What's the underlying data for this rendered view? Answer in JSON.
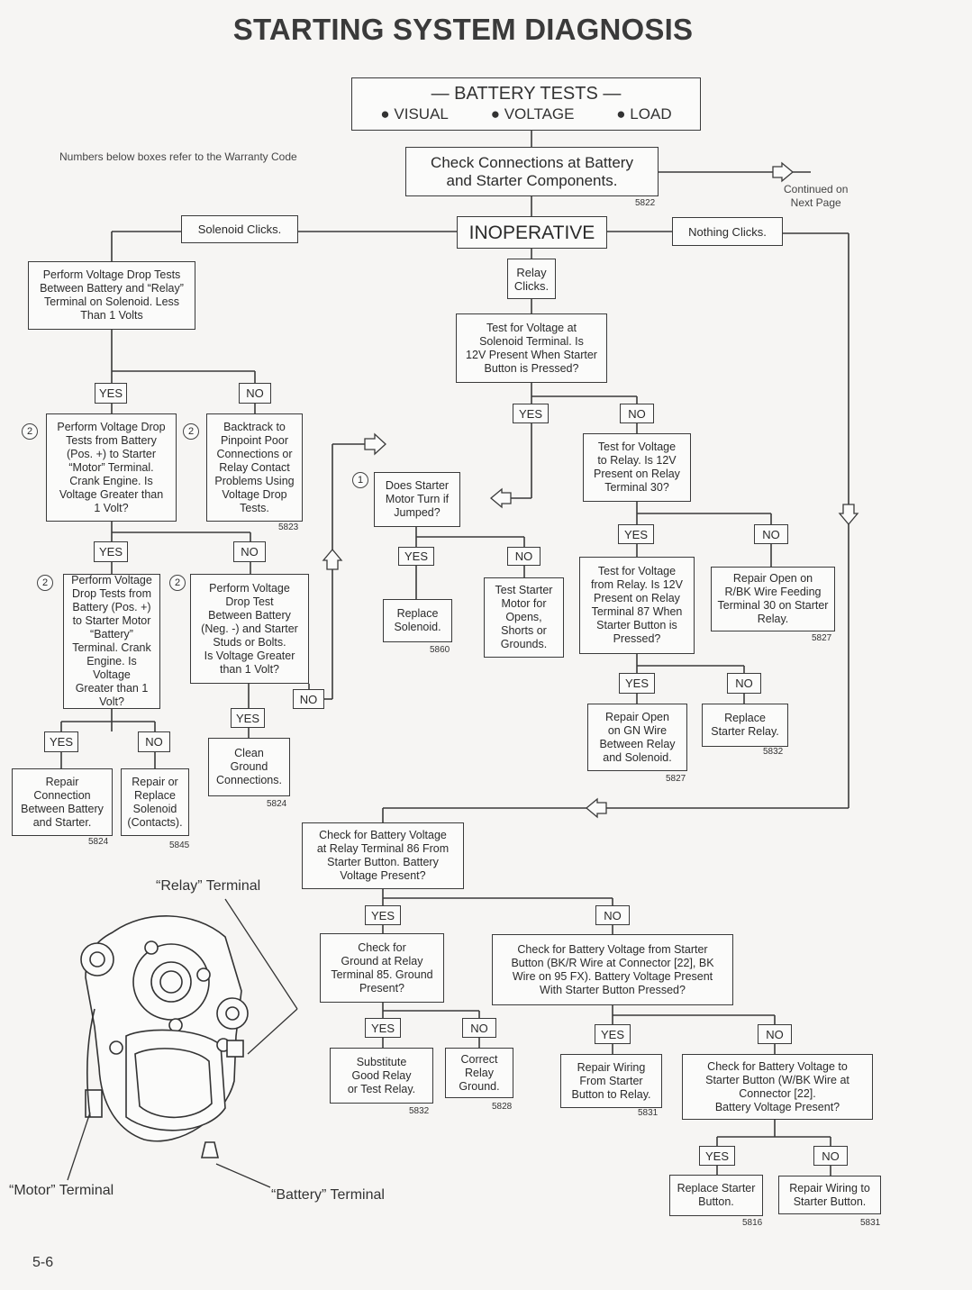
{
  "title": "STARTING SYSTEM DIAGNOSIS",
  "battery": {
    "heading": "— BATTERY TESTS —",
    "items": [
      "VISUAL",
      "VOLTAGE",
      "LOAD"
    ]
  },
  "note": "Numbers below boxes refer to the Warranty Code",
  "continued": "Continued on\nNext Page",
  "page_number": "5-6",
  "labels": {
    "check_connections": "Check Connections at Battery\nand Starter Components.",
    "inoperative": "INOPERATIVE",
    "solenoid_clicks": "Solenoid Clicks.",
    "nothing_clicks": "Nothing Clicks.",
    "relay_clicks": "Relay\nClicks.",
    "yes": "YES",
    "no": "NO"
  },
  "boxes": {
    "vdrop_relay": "Perform Voltage Drop Tests\nBetween Battery and “Relay”\nTerminal on Solenoid. Less\nThan 1 Volts",
    "vdrop_motor": "Perform Voltage Drop\nTests from Battery\n(Pos. +) to Starter\n“Motor” Terminal.\nCrank Engine. Is\nVoltage Greater than\n1 Volt?",
    "backtrack": "Backtrack to\nPinpoint Poor\nConnections or\nRelay Contact\nProblems Using\nVoltage Drop\nTests.",
    "vdrop_battery": "Perform Voltage\nDrop Tests from\nBattery (Pos. +)\nto Starter Motor\n“Battery”\nTerminal. Crank\nEngine. Is Voltage\nGreater than 1\nVolt?",
    "vdrop_neg": "Perform Voltage\nDrop Test\nBetween Battery\n(Neg. -) and Starter\nStuds or Bolts.\nIs Voltage Greater\nthan 1 Volt?",
    "repair_connection": "Repair\nConnection\nBetween Battery\nand Starter.",
    "repair_solenoid": "Repair or\nReplace\nSolenoid\n(Contacts).",
    "clean_ground": "Clean\nGround\nConnections.",
    "test_solenoid_v": "Test for Voltage at\nSolenoid Terminal. Is\n12V Present When Starter\nButton is Pressed?",
    "starter_jumped": "Does Starter\nMotor Turn if\nJumped?",
    "replace_solenoid": "Replace\nSolenoid.",
    "test_starter": "Test Starter\nMotor for\nOpens,\nShorts or\nGrounds.",
    "test_relay30": "Test for Voltage\nto Relay. Is 12V\nPresent on Relay\nTerminal 30?",
    "test_relay87": "Test for Voltage\nfrom Relay. Is 12V\nPresent on Relay\nTerminal 87 When\nStarter Button is\nPressed?",
    "repair_rbk": "Repair Open on\nR/BK Wire Feeding\nTerminal 30 on Starter\nRelay.",
    "repair_gn": "Repair Open\non GN Wire\nBetween Relay\nand Solenoid.",
    "replace_relay": "Replace\nStarter Relay.",
    "check_relay86": "Check for Battery Voltage\nat Relay Terminal 86 From\nStarter Button. Battery\nVoltage Present?",
    "check_ground85": "Check for\nGround at Relay\nTerminal 85. Ground\nPresent?",
    "check_button_v": "Check for Battery Voltage from Starter\nButton (BK/R Wire at Connector [22], BK\nWire on 95 FX). Battery Voltage Present\nWith Starter Button Pressed?",
    "substitute_relay": "Substitute\nGood Relay\nor Test Relay.",
    "correct_ground": "Correct\nRelay\nGround.",
    "repair_wiring_relay": "Repair Wiring\nFrom Starter\nButton to Relay.",
    "check_button_wbk": "Check for Battery Voltage to\nStarter Button (W/BK Wire at\nConnector [22].\nBattery Voltage Present?",
    "replace_button": "Replace Starter\nButton.",
    "repair_wiring_button": "Repair Wiring to\nStarter Button."
  },
  "codes": [
    "5822",
    "5823",
    "5824",
    "5845",
    "5824",
    "5860",
    "5827",
    "5827",
    "5832",
    "5832",
    "5828",
    "5831",
    "5816",
    "5831"
  ],
  "step_numbers": [
    "2",
    "2",
    "2",
    "2",
    "1"
  ],
  "terminals": {
    "relay": "“Relay” Terminal",
    "motor": "“Motor” Terminal",
    "battery": "“Battery” Terminal"
  }
}
